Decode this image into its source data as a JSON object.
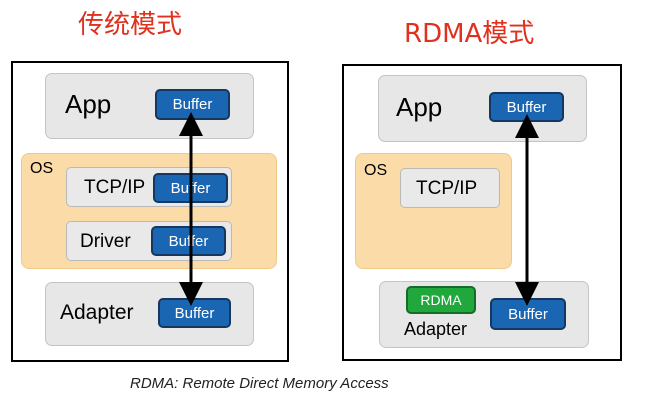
{
  "traditional": {
    "title": "传统模式",
    "app_label": "App",
    "os_label": "OS",
    "tcpip_label": "TCP/IP",
    "driver_label": "Driver",
    "adapter_label": "Adapter",
    "buffer_label": "Buffer"
  },
  "rdma": {
    "title": "RDMA模式",
    "app_label": "App",
    "os_label": "OS",
    "tcpip_label": "TCP/IP",
    "rdma_label": "RDMA",
    "adapter_label": "Adapter",
    "buffer_label": "Buffer"
  },
  "caption": "RDMA: Remote Direct Memory Access",
  "colors": {
    "title": "#e0301e",
    "buffer": "#1b66b2",
    "os_background": "#fbdca9",
    "rdma_chip": "#20a83c"
  }
}
